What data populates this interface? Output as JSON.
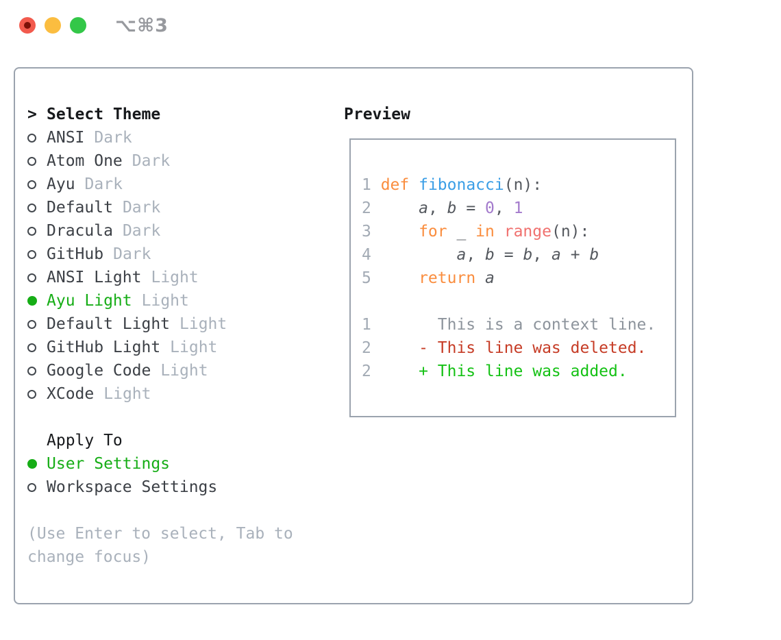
{
  "window": {
    "title": "⌥⌘3",
    "traffic_lights": [
      "close-button",
      "minimize-button",
      "zoom-button"
    ]
  },
  "theme_panel": {
    "header": {
      "prefix": ">",
      "label": "Select Theme"
    },
    "themes": [
      {
        "name": "ANSI",
        "variant": "Dark",
        "selected": false
      },
      {
        "name": "Atom One",
        "variant": "Dark",
        "selected": false
      },
      {
        "name": "Ayu",
        "variant": "Dark",
        "selected": false
      },
      {
        "name": "Default",
        "variant": "Dark",
        "selected": false
      },
      {
        "name": "Dracula",
        "variant": "Dark",
        "selected": false
      },
      {
        "name": "GitHub",
        "variant": "Dark",
        "selected": false
      },
      {
        "name": "ANSI Light",
        "variant": "Light",
        "selected": false
      },
      {
        "name": "Ayu Light",
        "variant": "Light",
        "selected": true
      },
      {
        "name": "Default Light",
        "variant": "Light",
        "selected": false
      },
      {
        "name": "GitHub Light",
        "variant": "Light",
        "selected": false
      },
      {
        "name": "Google Code",
        "variant": "Light",
        "selected": false
      },
      {
        "name": "XCode",
        "variant": "Light",
        "selected": false
      }
    ],
    "apply_to": {
      "label": "Apply To",
      "options": [
        {
          "label": "User Settings",
          "selected": true
        },
        {
          "label": "Workspace Settings",
          "selected": false
        }
      ]
    },
    "hint_lines": [
      "(Use Enter to select, Tab to",
      "change focus)"
    ]
  },
  "preview": {
    "label": "Preview",
    "lines": [
      {
        "num": "1",
        "segments": [
          {
            "text": "def",
            "style": "keyword"
          },
          {
            "text": " ",
            "style": "plain"
          },
          {
            "text": "fibonacci",
            "style": "function"
          },
          {
            "text": "(n):",
            "style": "plain"
          }
        ]
      },
      {
        "num": "2",
        "segments": [
          {
            "text": "    ",
            "style": "plain"
          },
          {
            "text": "a",
            "style": "variable"
          },
          {
            "text": ", ",
            "style": "plain"
          },
          {
            "text": "b",
            "style": "variable"
          },
          {
            "text": " = ",
            "style": "plain"
          },
          {
            "text": "0",
            "style": "number"
          },
          {
            "text": ", ",
            "style": "plain"
          },
          {
            "text": "1",
            "style": "number"
          }
        ]
      },
      {
        "num": "3",
        "segments": [
          {
            "text": "    ",
            "style": "plain"
          },
          {
            "text": "for",
            "style": "keyword"
          },
          {
            "text": " _ ",
            "style": "plain"
          },
          {
            "text": "in",
            "style": "keyword"
          },
          {
            "text": " ",
            "style": "plain"
          },
          {
            "text": "range",
            "style": "builtin"
          },
          {
            "text": "(n):",
            "style": "plain"
          }
        ]
      },
      {
        "num": "4",
        "segments": [
          {
            "text": "        ",
            "style": "plain"
          },
          {
            "text": "a",
            "style": "variable"
          },
          {
            "text": ", ",
            "style": "plain"
          },
          {
            "text": "b",
            "style": "variable"
          },
          {
            "text": " = ",
            "style": "plain"
          },
          {
            "text": "b",
            "style": "variable"
          },
          {
            "text": ", ",
            "style": "plain"
          },
          {
            "text": "a",
            "style": "variable"
          },
          {
            "text": " + ",
            "style": "plain"
          },
          {
            "text": "b",
            "style": "variable"
          }
        ]
      },
      {
        "num": "5",
        "segments": [
          {
            "text": "    ",
            "style": "plain"
          },
          {
            "text": "return",
            "style": "keyword"
          },
          {
            "text": " ",
            "style": "plain"
          },
          {
            "text": "a",
            "style": "variable"
          }
        ]
      },
      {
        "num": "",
        "segments": []
      },
      {
        "num": "1",
        "segments": [
          {
            "text": "      This is a context line.",
            "style": "context"
          }
        ]
      },
      {
        "num": "2",
        "segments": [
          {
            "text": "    - This line was deleted.",
            "style": "deleted"
          }
        ]
      },
      {
        "num": "2",
        "segments": [
          {
            "text": "    + This line was added.",
            "style": "added"
          }
        ]
      }
    ]
  },
  "colors": {
    "accent_green": "#16ad16",
    "added_green": "#14c114",
    "deleted_red": "#c63c26",
    "context_gray": "#8d949c",
    "keyword_orange": "#fa8d3e",
    "function_blue": "#3a9ee6",
    "number_purple": "#a37acc",
    "builtin_coral": "#f0716f",
    "code_plain": "#54585e",
    "lineno_gray": "#a2aab4",
    "border_gray": "#9ba3ae",
    "muted_gray": "#a9b1bb",
    "item_ink": "#3c4046",
    "ink": "#17191c",
    "title_gray": "#97999e",
    "traffic_red": "#f25a4d",
    "traffic_red_dot": "#7c1007",
    "traffic_yellow": "#fbbd40",
    "traffic_green": "#33c748"
  }
}
